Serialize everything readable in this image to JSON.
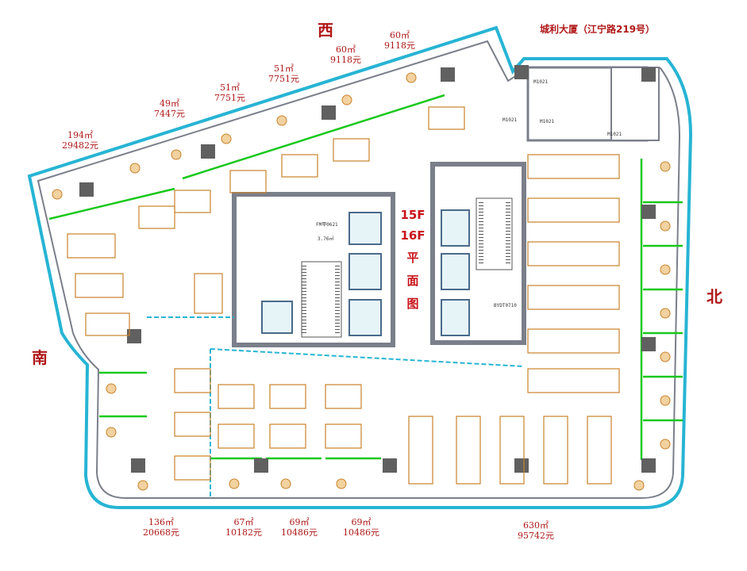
{
  "building": "城利大厦（江宁路219号）",
  "directions": {
    "west": "西",
    "south": "南",
    "north": "北"
  },
  "floor_title": [
    "15F",
    "16F",
    "平",
    "面",
    "图"
  ],
  "units": [
    {
      "area": "194㎡",
      "price": "29482元"
    },
    {
      "area": "49㎡",
      "price": "7447元"
    },
    {
      "area": "51㎡",
      "price": "7751元"
    },
    {
      "area": "51㎡",
      "price": "7751元"
    },
    {
      "area": "60㎡",
      "price": "9118元"
    },
    {
      "area": "60㎡",
      "price": "9118元"
    },
    {
      "area": "136㎡",
      "price": "20668元"
    },
    {
      "area": "67㎡",
      "price": "10182元"
    },
    {
      "area": "69㎡",
      "price": "10486元"
    },
    {
      "area": "69㎡",
      "price": "10486元"
    },
    {
      "area": "630㎡",
      "price": "95742元"
    }
  ],
  "room_tags": {
    "fm": "FM甲0621",
    "fm_area": "3.76㎡",
    "door1": "M1021",
    "door2": "M1021",
    "door3": "M1021",
    "door4": "M1021",
    "bydt": "BYDT0710"
  },
  "colors": {
    "label": "#b01818",
    "wall": "#7a7f8a",
    "glass": "#27b4d4",
    "partition": "#19c81d",
    "furniture": "#c9822a"
  }
}
